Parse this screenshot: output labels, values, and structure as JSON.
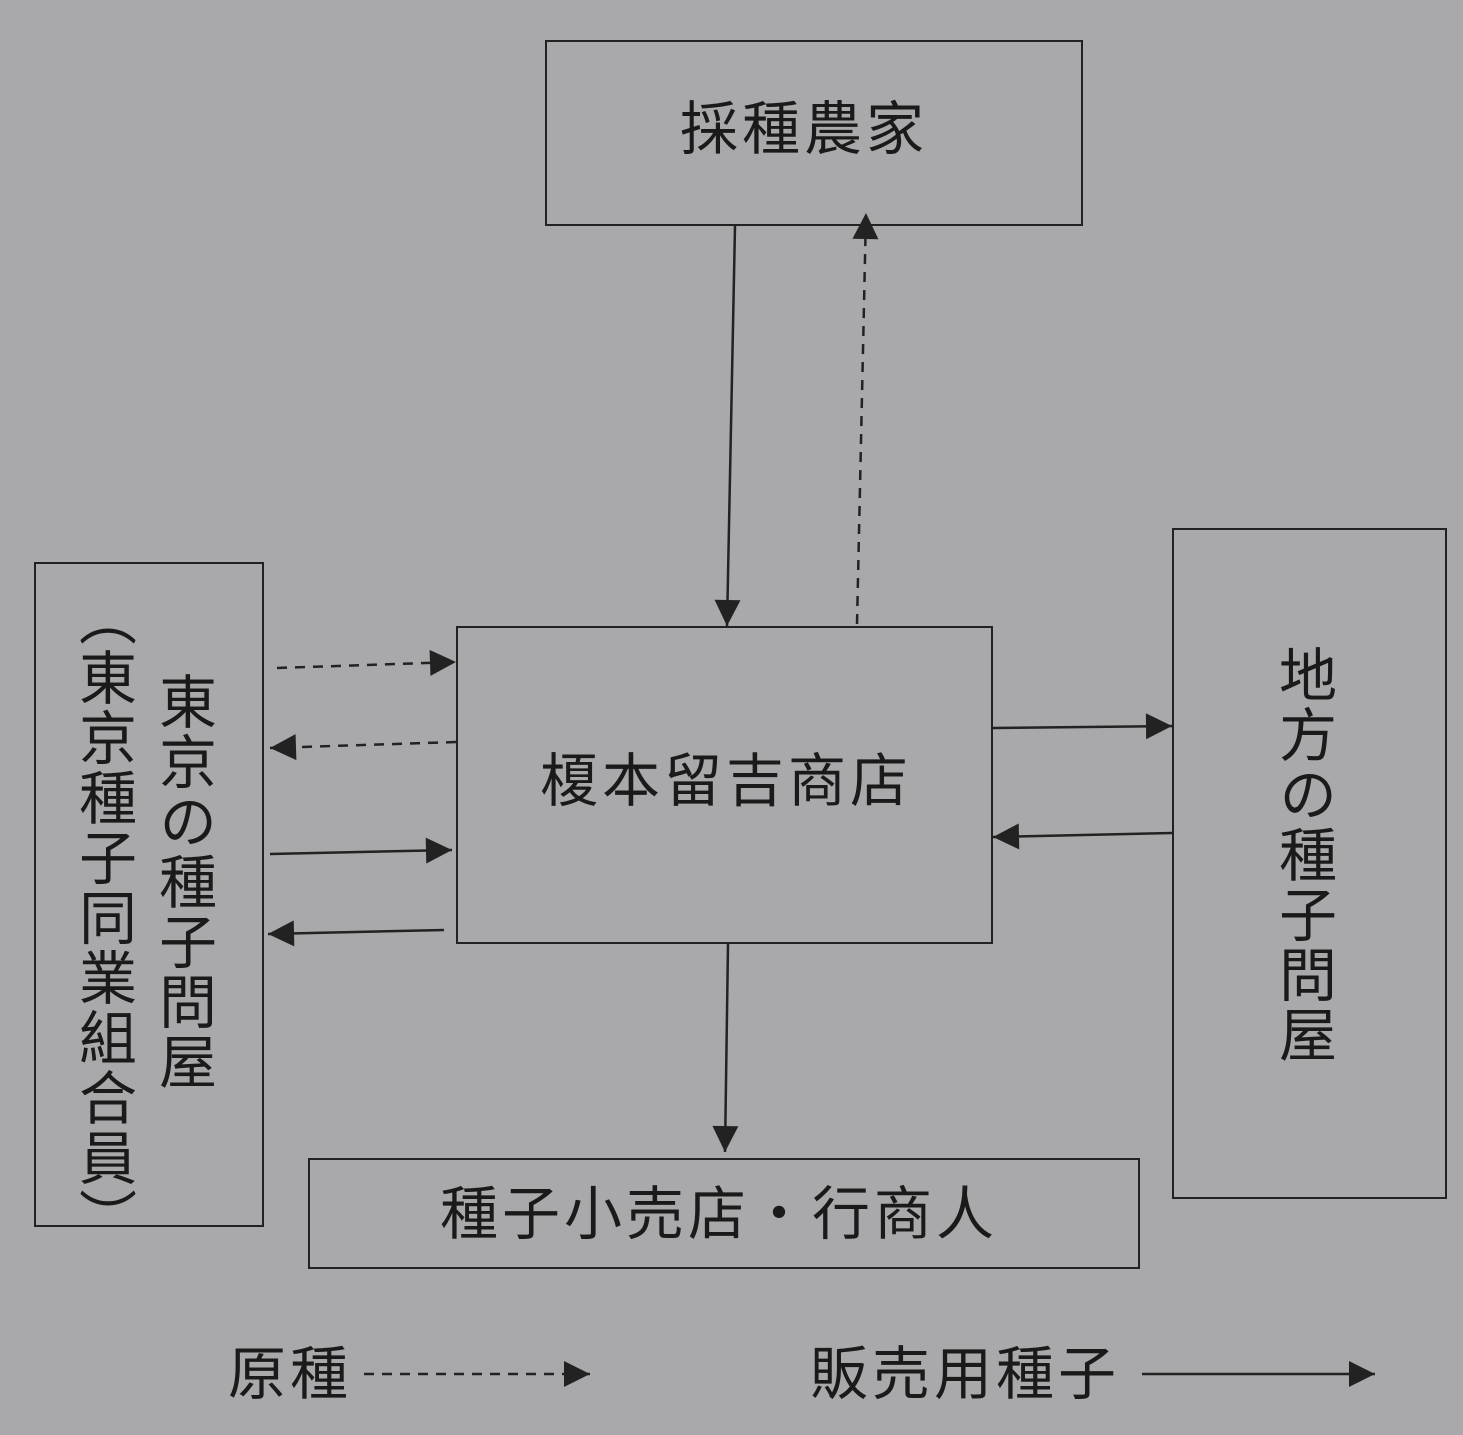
{
  "nodes": {
    "farmer": "採種農家",
    "shop": "榎本留吉商店",
    "tokyo_wholesaler": "東京の種子問屋",
    "tokyo_wholesaler_sub": "（東京種子同業組合員）",
    "local_wholesaler": "地方の種子問屋",
    "retail": "種子小売店・行商人"
  },
  "legend": {
    "original_seed": "原種",
    "commercial_seed": "販売用種子"
  },
  "edges": [
    {
      "from": "farmer",
      "to": "shop",
      "type": "販売用種子"
    },
    {
      "from": "shop",
      "to": "farmer",
      "type": "原種"
    },
    {
      "from": "tokyo_wholesaler",
      "to": "shop",
      "type": "原種"
    },
    {
      "from": "shop",
      "to": "tokyo_wholesaler",
      "type": "原種"
    },
    {
      "from": "tokyo_wholesaler",
      "to": "shop",
      "type": "販売用種子"
    },
    {
      "from": "shop",
      "to": "tokyo_wholesaler",
      "type": "販売用種子"
    },
    {
      "from": "shop",
      "to": "local_wholesaler",
      "type": "販売用種子"
    },
    {
      "from": "local_wholesaler",
      "to": "shop",
      "type": "販売用種子"
    },
    {
      "from": "shop",
      "to": "retail",
      "type": "販売用種子"
    }
  ]
}
